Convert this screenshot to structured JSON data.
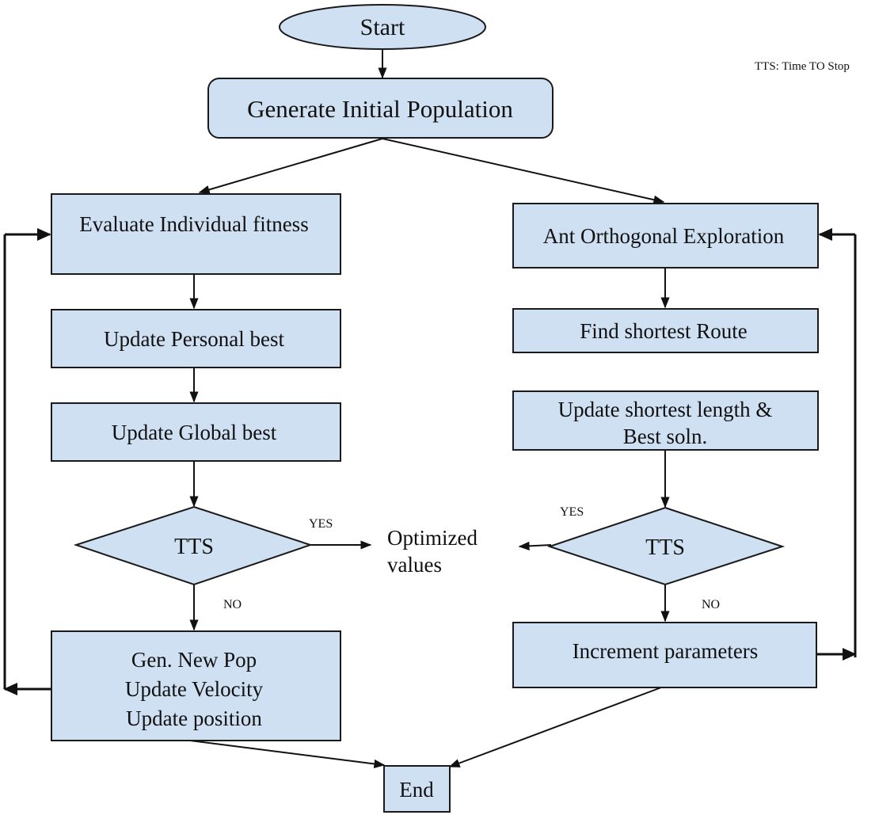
{
  "legend": "TTS: Time TO Stop",
  "nodes": {
    "start": "Start",
    "generate": "Generate Initial Population",
    "evaluate": "Evaluate Individual fitness",
    "personal_best": "Update Personal best",
    "global_best": "Update Global best",
    "tts_left": "TTS",
    "gen_new_pop": [
      "Gen. New Pop",
      "Update Velocity",
      "Update position"
    ],
    "ant": "Ant Orthogonal Exploration",
    "shortest_route": "Find shortest Route",
    "update_shortest": [
      "Update shortest length &",
      "Best soln."
    ],
    "tts_right": "TTS",
    "increment": "Increment parameters",
    "end": "End",
    "optimized": [
      "Optimized",
      "values"
    ]
  },
  "edge_labels": {
    "left_yes": "YES",
    "left_no": "NO",
    "right_yes": "YES",
    "right_no": "NO"
  },
  "colors": {
    "node_fill": "#cfe0f3",
    "stroke": "#1a1a1a"
  }
}
